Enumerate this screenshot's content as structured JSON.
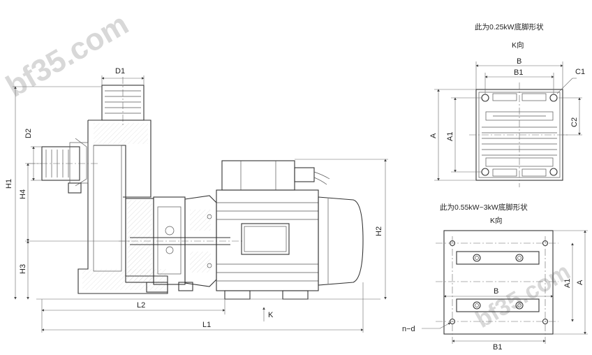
{
  "watermark": "bf35.com",
  "labels": {
    "d1": "D1",
    "d2": "D2",
    "h1": "H1",
    "h2": "H2",
    "h3": "H3",
    "h4": "H4",
    "l1": "L1",
    "l2": "L2",
    "k": "K"
  },
  "view_small": {
    "caption": "此为0.25kW底脚形状",
    "view": "K向",
    "b": "B",
    "b1": "B1",
    "a": "A",
    "a1": "A1",
    "c1": "C1",
    "c2": "C2"
  },
  "view_large": {
    "caption": "此为0.55kW~3kW底脚形状",
    "view": "K向",
    "b": "B",
    "b1": "B1",
    "a": "A",
    "a1": "A1",
    "nd": "n−d"
  }
}
